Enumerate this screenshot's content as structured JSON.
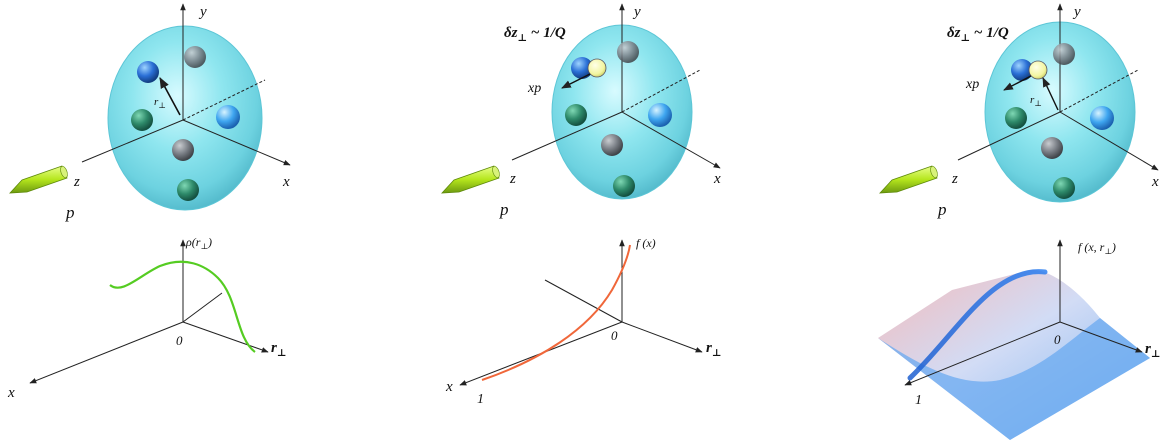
{
  "panels": [
    {
      "top": {
        "y_label": "y",
        "z_label": "z",
        "x_label": "x",
        "p_label": "p",
        "r_label": "r",
        "r_sub": "⊥"
      },
      "bottom": {
        "func_label": "ρ(r",
        "func_sub": "⊥",
        "func_close": ")",
        "origin": "0",
        "r_label": "r",
        "r_sub": "⊥",
        "x_label": "x"
      }
    },
    {
      "top": {
        "y_label": "y",
        "z_label": "z",
        "x_label": "x",
        "p_label": "p",
        "xp_label": "xp",
        "dz_label": "δz",
        "dz_sub": "⊥",
        "dz_rest": " ~ 1/Q"
      },
      "bottom": {
        "func_label": "f (x)",
        "origin": "0",
        "r_label": "r",
        "r_sub": "⊥",
        "x_label": "x",
        "one_label": "1"
      }
    },
    {
      "top": {
        "y_label": "y",
        "z_label": "z",
        "x_label": "x",
        "p_label": "p",
        "xp_label": "xp",
        "r_label": "r",
        "r_sub": "⊥",
        "dz_label": "δz",
        "dz_sub": "⊥",
        "dz_rest": " ~ 1/Q"
      },
      "bottom": {
        "func_label": "f (x, r",
        "func_sub": "⊥",
        "func_close": ")",
        "origin": "0",
        "r_label": "r",
        "r_sub": "⊥",
        "one_label": "1"
      }
    }
  ],
  "colors": {
    "ellipsoid": "#7fe3ec",
    "arrow": "#b5e61d",
    "green_curve": "#55cc22",
    "orange_curve": "#f0673a",
    "parton_dark": "#2e8a6a",
    "parton_blue": "#2a6fd6",
    "parton_gray": "#7a7f86",
    "parton_light": "#f2f5a0",
    "surface_blue": "#6aaaf0",
    "surface_pink": "#f2b3b3"
  }
}
